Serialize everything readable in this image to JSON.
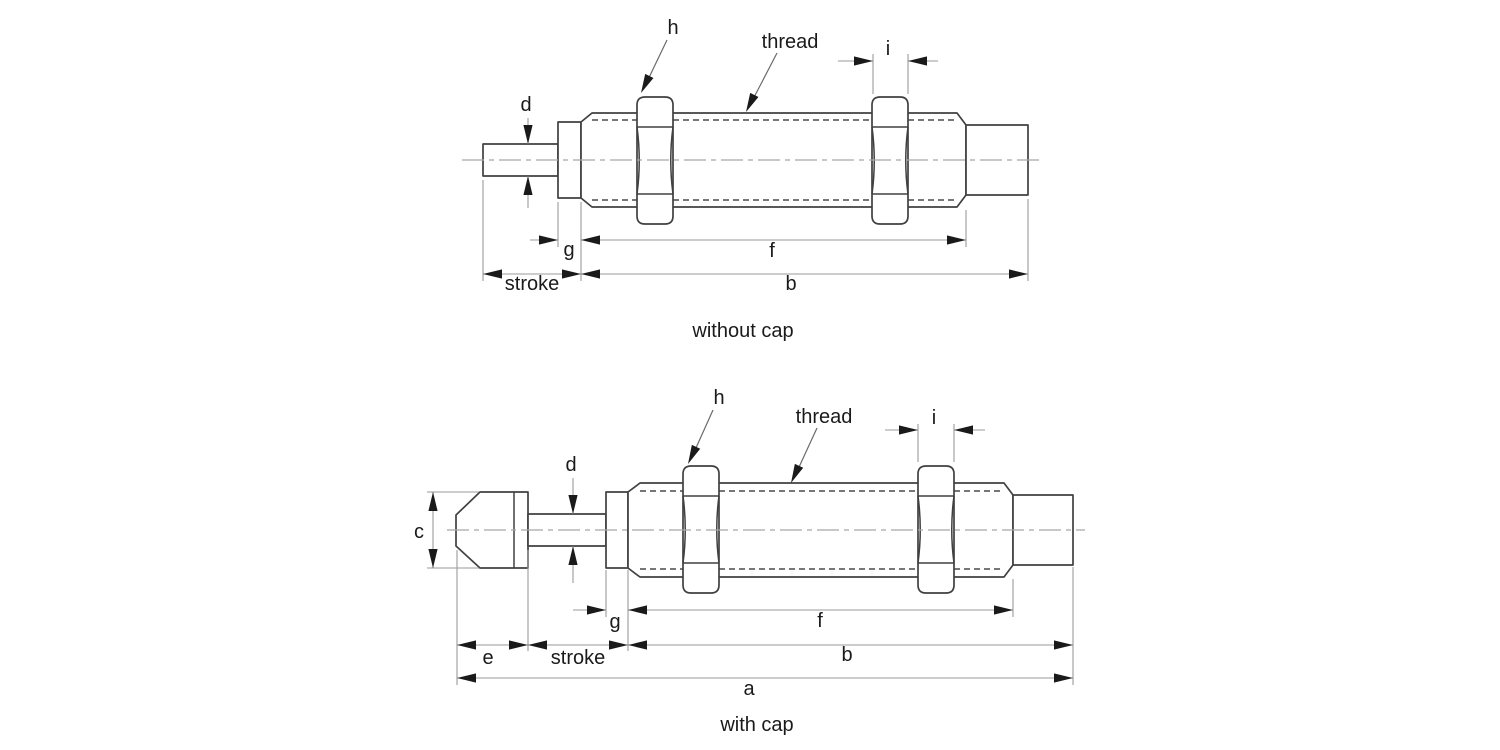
{
  "diagram": {
    "type": "technical-dimensional-drawing",
    "subject": "shock absorber with mounting nuts",
    "colors": {
      "background": "#ffffff",
      "outline": "#404040",
      "thread_dash": "#4a4a4a",
      "dimension_line": "#9a9a9a",
      "centerline": "#a8a8a8",
      "arrowhead": "#1a1a1a",
      "text": "#1a1a1a"
    },
    "views": [
      {
        "caption": "without cap",
        "labels": {
          "h": "h",
          "thread": "thread",
          "i": "i",
          "d": "d",
          "g": "g",
          "f": "f",
          "stroke": "stroke",
          "b": "b"
        }
      },
      {
        "caption": "with cap",
        "labels": {
          "h": "h",
          "thread": "thread",
          "i": "i",
          "c": "c",
          "d": "d",
          "e": "e",
          "g": "g",
          "f": "f",
          "stroke": "stroke",
          "b": "b",
          "a": "a"
        }
      }
    ]
  }
}
